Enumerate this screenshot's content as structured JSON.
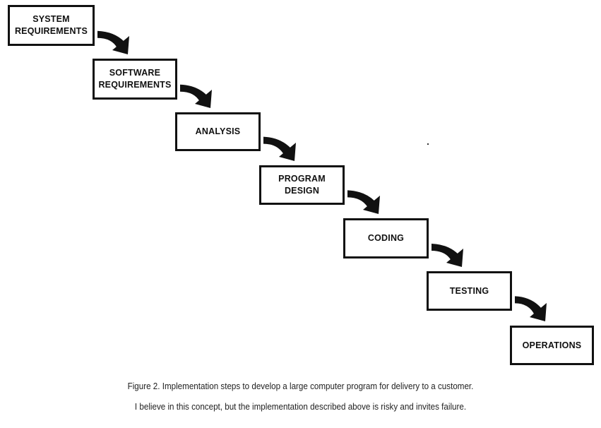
{
  "figure": {
    "steps": [
      {
        "id": "system-requirements",
        "label": "SYSTEM\nREQUIREMENTS"
      },
      {
        "id": "software-requirements",
        "label": "SOFTWARE\nREQUIREMENTS"
      },
      {
        "id": "analysis",
        "label": "ANALYSIS"
      },
      {
        "id": "program-design",
        "label": "PROGRAM\nDESIGN"
      },
      {
        "id": "coding",
        "label": "CODING"
      },
      {
        "id": "testing",
        "label": "TESTING"
      },
      {
        "id": "operations",
        "label": "OPERATIONS"
      }
    ],
    "connections": [
      {
        "from": "system-requirements",
        "to": "software-requirements"
      },
      {
        "from": "software-requirements",
        "to": "analysis"
      },
      {
        "from": "analysis",
        "to": "program-design"
      },
      {
        "from": "program-design",
        "to": "coding"
      },
      {
        "from": "coding",
        "to": "testing"
      },
      {
        "from": "testing",
        "to": "operations"
      }
    ],
    "caption": "Figure 2.  Implementation steps to develop a large computer program for delivery to a customer.",
    "note": "I believe in this concept, but the implementation described above is risky and invites failure.",
    "colors": {
      "ink": "#111111",
      "background": "#ffffff"
    }
  }
}
